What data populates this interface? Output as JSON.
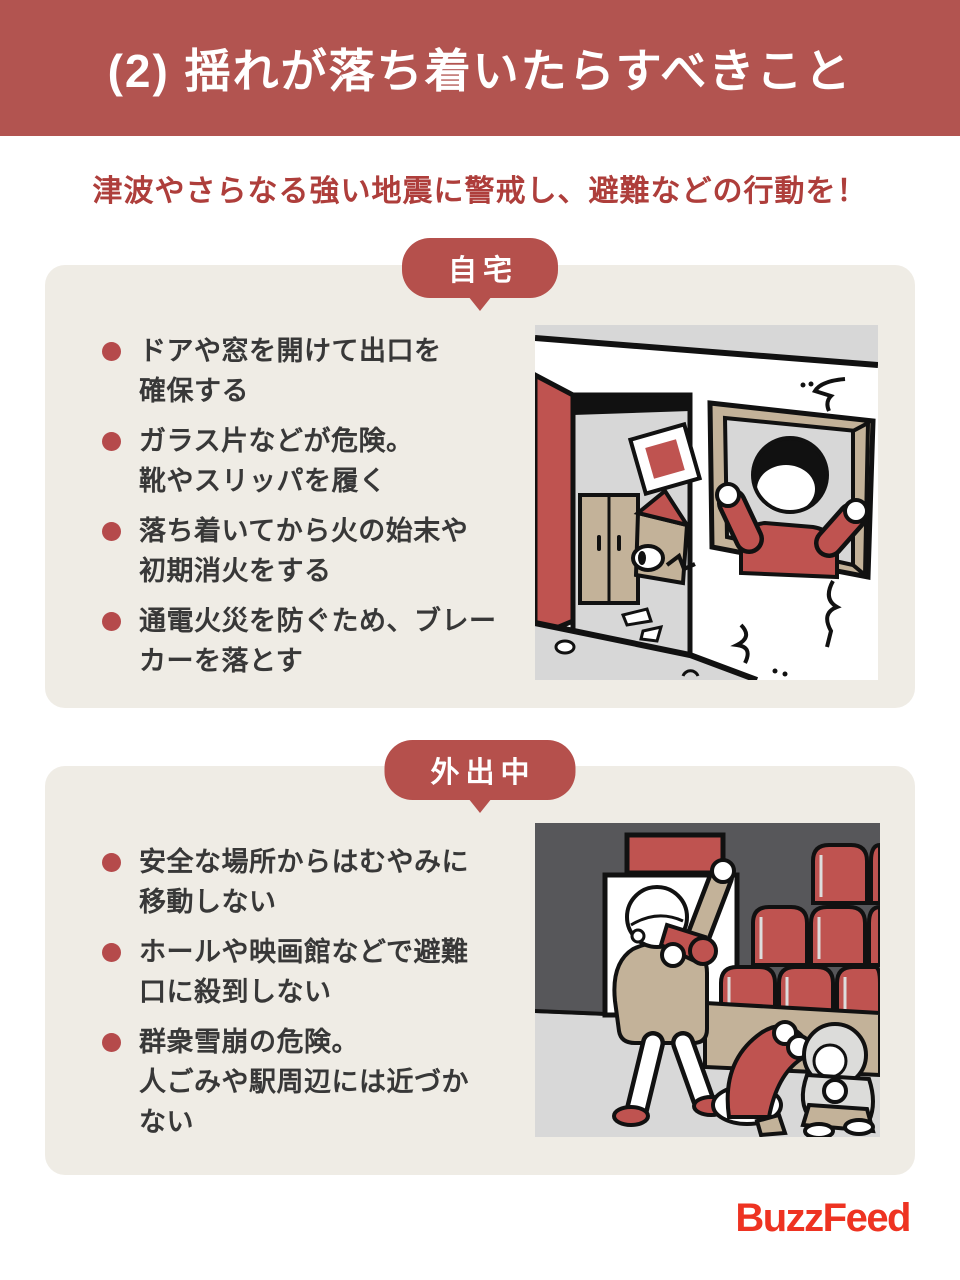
{
  "header": {
    "title": "(2) 揺れが落ち着いたらすべきこと"
  },
  "subtitle": "津波やさらなる強い地震に警戒し、避難などの行動を！",
  "sections": [
    {
      "badge": "自宅",
      "bullets": [
        "ドアや窓を開けて出口を\n確保する",
        "ガラス片などが危険。\n靴やスリッパを履く",
        "落ち着いてから火の始末や\n初期消火をする",
        "通電火災を防ぐため、ブレー\nカーを落とす"
      ],
      "illustration": "person-opening-window-in-damaged-home"
    },
    {
      "badge": "外出中",
      "bullets": [
        "安全な場所からはむやみに\n移動しない",
        "ホールや映画館などで避難\n口に殺到しない",
        "群衆雪崩の危険。\n人ごみや駅周辺には近づか\nない"
      ],
      "illustration": "staff-with-megaphone-and-crouching-people-in-hall"
    }
  ],
  "footer": {
    "logo": "BuzzFeed"
  },
  "colors": {
    "header_red": "#b25450",
    "badge_red": "#b5504c",
    "bullet_red": "#b54a4b",
    "subtitle_red": "#ae3e3b",
    "panel_bg": "#efece5",
    "text_dark": "#383838",
    "logo_red": "#ee3322",
    "illus_red": "#bf5350",
    "illus_tan": "#c3b299",
    "illus_gray": "#d7d7d7",
    "illus_dark": "#57575a"
  }
}
